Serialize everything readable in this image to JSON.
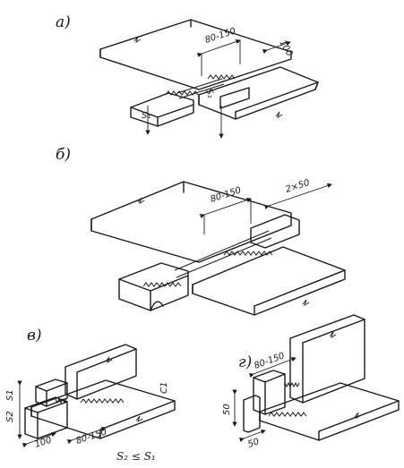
{
  "panels": {
    "a": {
      "label": "а)",
      "dim_gap": "80-150",
      "dim_width": "100",
      "dim_s1": "S₁",
      "dim_s2": "S₂"
    },
    "b": {
      "label": "б)",
      "dim_gap": "80-150",
      "dim_width": "2×50"
    },
    "v": {
      "label": "в)",
      "dim_s": "S1",
      "dim_s2": "S2",
      "dim_c": "C1",
      "dim_leg": "100",
      "dim_gap": "80-150",
      "formula": "S₂ ≤ S₁"
    },
    "g": {
      "label": "г)",
      "dim_gap": "80-150",
      "dim_height": "50",
      "dim_base": "50"
    }
  }
}
